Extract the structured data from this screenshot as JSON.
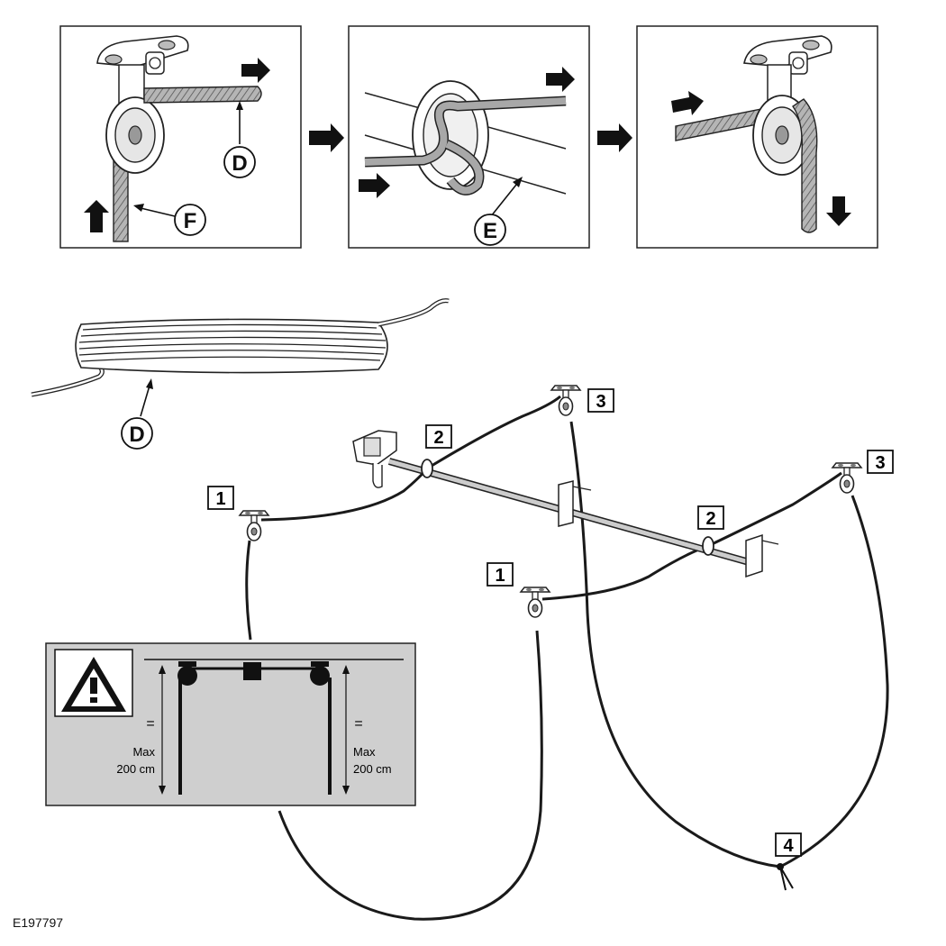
{
  "panels": [
    {
      "callout_1": "D",
      "callout_2": "F"
    },
    {
      "callout_1": "E"
    },
    {}
  ],
  "coil": {
    "callout": "D"
  },
  "numbers": {
    "n1": "1",
    "n2": "2",
    "n3": "3",
    "n4": "4"
  },
  "warning": {
    "equal_sign": "=",
    "max_label": "Max",
    "max_value": "200 cm"
  },
  "reference_code": "E197797",
  "colors": {
    "line": "#1a1a1a",
    "warning_bg": "#cfcfcf",
    "arrow": "#111111",
    "rope_fill": "#9a9a9a"
  },
  "icons": [
    "warning-triangle-icon",
    "right-arrow-icon",
    "up-arrow-icon",
    "down-arrow-icon",
    "pulley-icon"
  ]
}
